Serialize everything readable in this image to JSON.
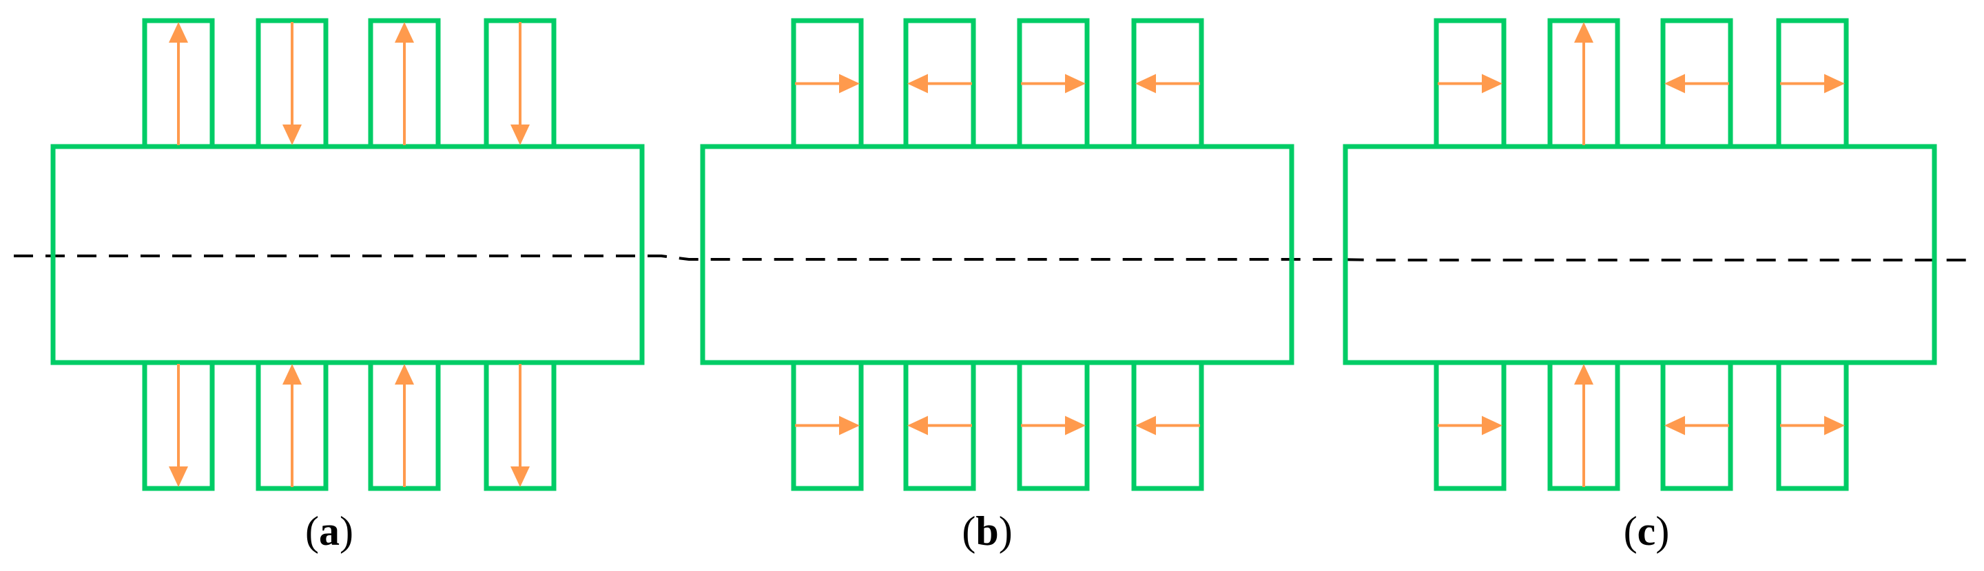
{
  "colors": {
    "outline": "#00cc66",
    "arrow": "#ff9a4d",
    "axis": "#000000"
  },
  "panels": [
    {
      "label": "a",
      "top_arrows": [
        "up",
        "down",
        "up",
        "down"
      ],
      "bottom_arrows": [
        "down",
        "up",
        "up",
        "down"
      ]
    },
    {
      "label": "b",
      "top_arrows": [
        "right",
        "left",
        "right",
        "left"
      ],
      "bottom_arrows": [
        "right",
        "left",
        "right",
        "left"
      ]
    },
    {
      "label": "c",
      "top_arrows": [
        "right",
        "up",
        "left",
        "right"
      ],
      "bottom_arrows": [
        "right",
        "up",
        "left",
        "right"
      ]
    }
  ]
}
